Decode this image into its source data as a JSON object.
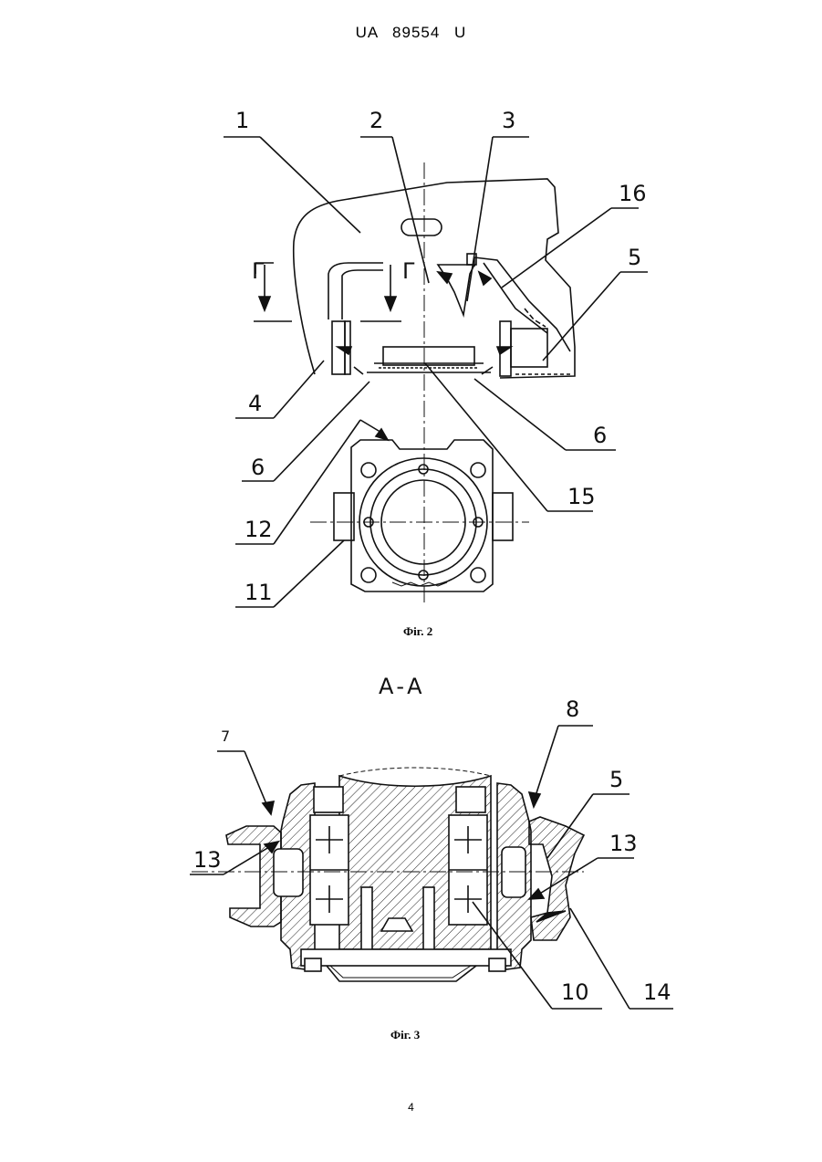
{
  "header": {
    "doc_number": "UA   89554   U"
  },
  "fig2": {
    "caption": "Фіг. 2",
    "labels": {
      "l1": "1",
      "l2": "2",
      "l3": "3",
      "l16": "16",
      "l5": "5",
      "l4": "4",
      "l6a": "6",
      "l6b": "6",
      "l12": "12",
      "l15": "15",
      "l11": "11",
      "g1": "Г",
      "g2": "Г"
    }
  },
  "fig3": {
    "caption": "Фіг. 3",
    "section_label": "А-А",
    "labels": {
      "l7": "7",
      "l8": "8",
      "l5": "5",
      "l13a": "13",
      "l13b": "13",
      "l10": "10",
      "l14": "14"
    }
  },
  "footer": {
    "page_number": "4"
  }
}
